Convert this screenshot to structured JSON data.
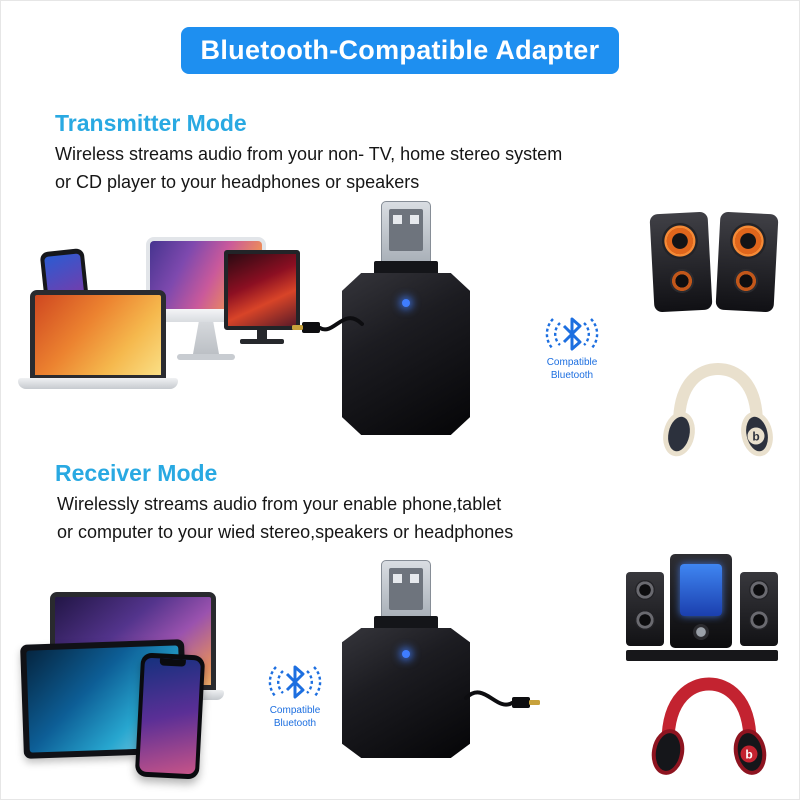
{
  "banner": {
    "title": "Bluetooth-Compatible Adapter",
    "bg_color": "#1E8FF0"
  },
  "sections": {
    "transmitter": {
      "heading": "Transmitter Mode",
      "description_line1": "Wireless streams audio from your non- TV, home stereo system",
      "description_line2": "or CD player to your headphones or speakers"
    },
    "receiver": {
      "heading": "Receiver Mode",
      "description_line1": "Wirelessly streams audio from your enable phone,tablet",
      "description_line2": "or computer to your wied stereo,speakers or headphones"
    }
  },
  "bluetooth_badge": {
    "line1": "Compatible",
    "line2": "Bluetooth",
    "color": "#1D6FE0"
  },
  "colors": {
    "heading_accent": "#29A9E2",
    "adapter_led": "#3F7DFF"
  },
  "illustrations": [
    "imac-image",
    "tv-image",
    "laptop-image",
    "smartphone-image",
    "usb-adapter-image",
    "stereo-speakers-image",
    "white-headphones-image",
    "bluetooth-signal-icon",
    "tablet-image",
    "iphone-image",
    "speaker-system-image",
    "red-headphones-image",
    "audio-cable-image"
  ]
}
